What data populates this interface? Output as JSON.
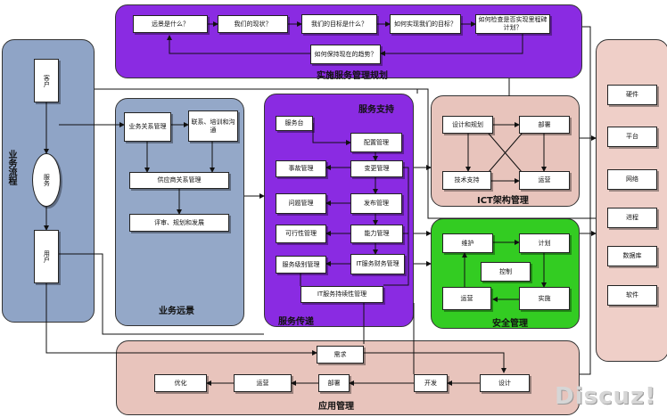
{
  "planning": {
    "title": "实施服务管理规划",
    "steps": [
      "远景是什么？",
      "我们的现状？",
      "我们的目标是什么？",
      "如何实现我们的目标？",
      "如何检查是否实现里程碑计划？"
    ],
    "sustain": "如何保持现在的趋势？"
  },
  "business": {
    "title": "业务流程",
    "items": [
      "客户",
      "服务",
      "用户"
    ]
  },
  "vision": {
    "title": "业务远景",
    "relationship": "业务关系管理",
    "contact": "联系、培训和沟通",
    "supplier": "供应商关系管理",
    "review": "评审、规划和发展"
  },
  "support": {
    "title": "服务支持",
    "subtitle": "服务传递",
    "desk": "服务台",
    "config": "配置管理",
    "incident": "事故管理",
    "change": "变更管理",
    "problem": "问题管理",
    "release": "发布管理",
    "availability": "可行性管理",
    "capacity": "能力管理",
    "service_level": "服务级别管理",
    "finance": "IT服务财务管理",
    "continuity": "IT服务持续性管理"
  },
  "ict": {
    "title": "ICT架构管理",
    "design": "设计和规划",
    "deploy": "部署",
    "tech": "技术支持",
    "ops": "运营"
  },
  "security": {
    "title": "安全管理",
    "maintain": "维护",
    "plan": "计划",
    "control": "控制",
    "ops": "运营",
    "implement": "实施"
  },
  "tech_stack": [
    "硬件",
    "平台",
    "网络",
    "进程",
    "数据库",
    "软件"
  ],
  "appmgmt": {
    "title": "应用管理",
    "requirement": "需求",
    "optimize": "优化",
    "operate": "运营",
    "deploy": "部署",
    "develop": "开发",
    "design": "设计"
  },
  "watermark": "Discuz!",
  "colors": {
    "planning": "#8a2be2",
    "business": "#8fa4c6",
    "vision": "#94a8c8",
    "support": "#8a2be2",
    "ict": "#e8c4bc",
    "security": "#33cc22",
    "tech": "#efcfc8",
    "app": "#e8c4bc"
  }
}
